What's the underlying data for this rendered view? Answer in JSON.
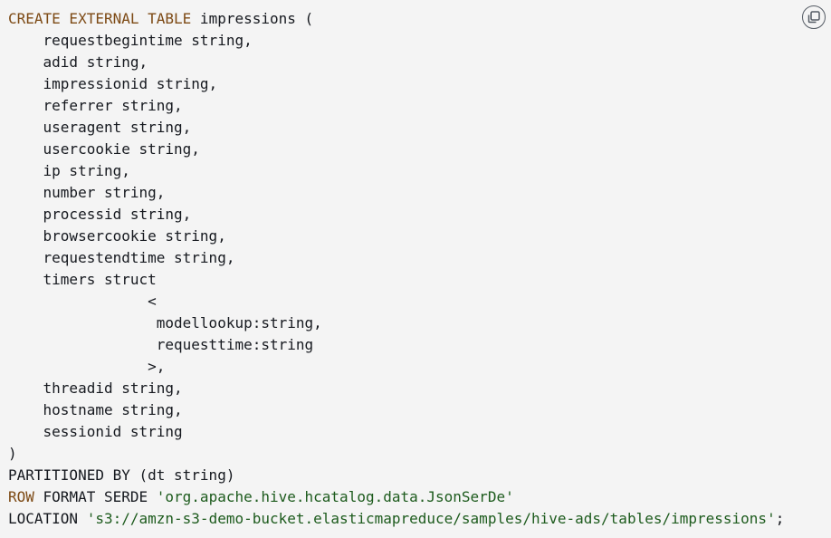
{
  "colors": {
    "background": "#f4f4f4",
    "text": "#16191f",
    "keyword": "#7d4a15",
    "string": "#1d5b1d"
  },
  "copy_button": {
    "icon": "copy-icon"
  },
  "code": {
    "l1_kw": "CREATE EXTERNAL TABLE",
    "l1_rest": " impressions (",
    "l2": "    requestbegintime string,",
    "l3": "    adid string,",
    "l4": "    impressionid string,",
    "l5": "    referrer string,",
    "l6": "    useragent string,",
    "l7": "    usercookie string,",
    "l8": "    ip string,",
    "l9": "    number string,",
    "l10": "    processid string,",
    "l11": "    browsercookie string,",
    "l12": "    requestendtime string,",
    "l13": "    timers struct",
    "l14": "                <",
    "l15": "                 modellookup:string,",
    "l16": "                 requesttime:string",
    "l17": "                >,",
    "l18": "    threadid string,",
    "l19": "    hostname string,",
    "l20": "    sessionid string",
    "l21": ")",
    "l22": "PARTITIONED BY (dt string)",
    "l23_kw": "ROW",
    "l23_mid": " FORMAT SERDE ",
    "l23_str": "'org.apache.hive.hcatalog.data.JsonSerDe'",
    "l24_pre": "LOCATION ",
    "l24_str": "'s3://amzn-s3-demo-bucket.elasticmapreduce/samples/hive-ads/tables/impressions'",
    "l24_end": ";"
  }
}
